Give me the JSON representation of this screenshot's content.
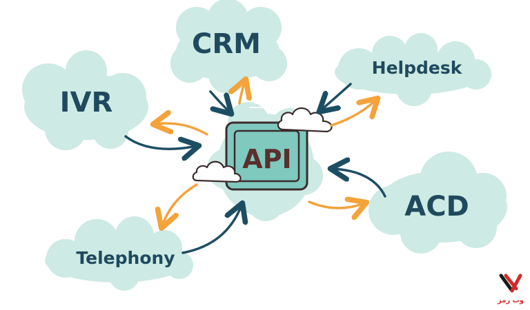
{
  "diagram": {
    "center": {
      "label": "API"
    },
    "nodes": [
      {
        "id": "crm",
        "label": "CRM"
      },
      {
        "id": "ivr",
        "label": "IVR"
      },
      {
        "id": "helpdesk",
        "label": "Helpdesk"
      },
      {
        "id": "acd",
        "label": "ACD"
      },
      {
        "id": "telephony",
        "label": "Telephony"
      }
    ]
  },
  "colors": {
    "cloud": "#cdeae4",
    "dark_arrow": "#1c4e63",
    "orange_arrow": "#f4a23a",
    "api_fill": "#7fc9bf",
    "api_border": "#3b2b2b",
    "api_text": "#5a2f2c",
    "node_text": "#1f4a5e",
    "logo_red": "#d42a2a"
  },
  "watermark": {
    "text": "وب رمز"
  }
}
